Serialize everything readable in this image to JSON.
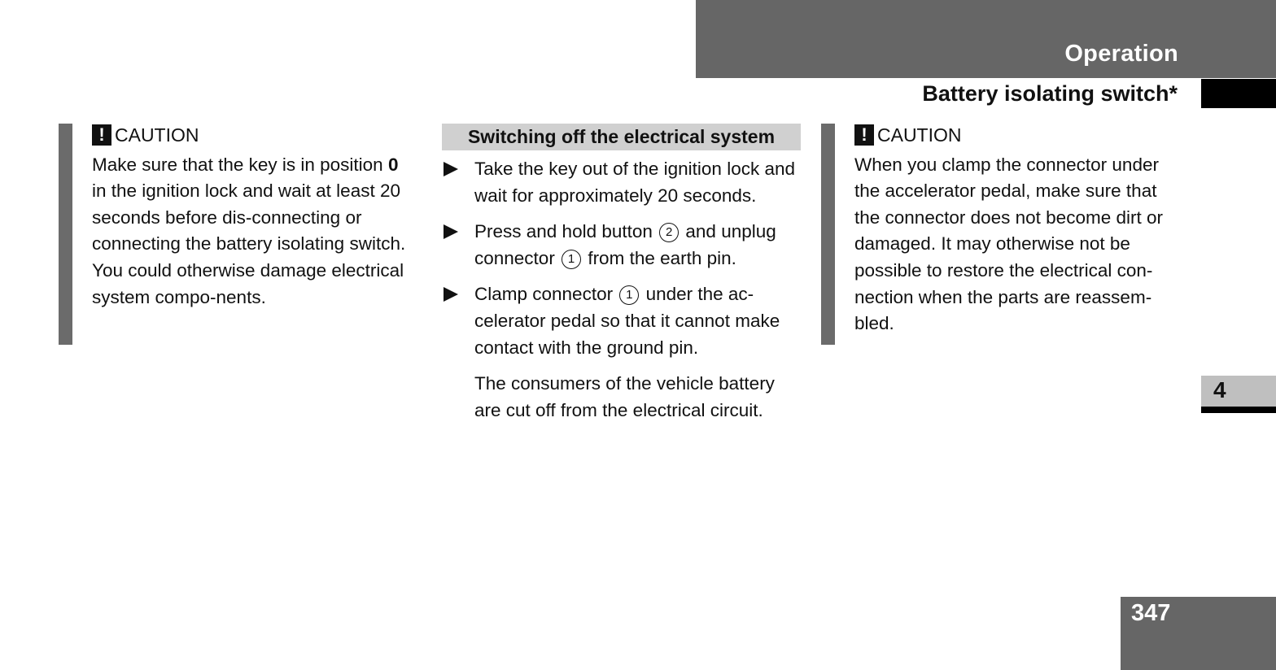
{
  "header": {
    "chapter_title": "Operation",
    "section_title": "Battery isolating switch*"
  },
  "caution_left": {
    "icon": "exclamation-icon",
    "heading": "CAUTION",
    "text_parts": [
      "Make sure that the key is in position ",
      "0",
      " in the ignition lock and wait at least 20 seconds before dis-connecting or connecting the battery isolating switch. You could otherwise damage electrical system compo-nents."
    ]
  },
  "procedure": {
    "heading": "Switching off the electrical system",
    "steps": [
      {
        "parts": [
          "Take the key out of the ignition lock and wait for approximately 20 seconds."
        ]
      },
      {
        "parts": [
          "Press and hold button ",
          "2",
          " and unplug connector ",
          "1",
          " from the earth pin."
        ]
      },
      {
        "parts": [
          "Clamp connector ",
          "1",
          " under the ac-celerator pedal so that it cannot make contact with the ground pin."
        ]
      }
    ],
    "note": "The consumers of the vehicle battery are cut off from the electrical circuit."
  },
  "caution_right": {
    "icon": "exclamation-icon",
    "heading": "CAUTION",
    "text": "When you clamp the connector under the accelerator pedal, make sure that the connector does not become dirt or damaged. It may otherwise not be possible to restore the electrical con-nection when the parts are reassem-bled."
  },
  "chapter_tab": "4",
  "page_number": "347",
  "colors": {
    "header_gray": "#666666",
    "caution_bar": "#6b6b6b",
    "section_heading_bg": "#d0d0d0",
    "chapter_tab_bg": "#bfbfbf"
  }
}
